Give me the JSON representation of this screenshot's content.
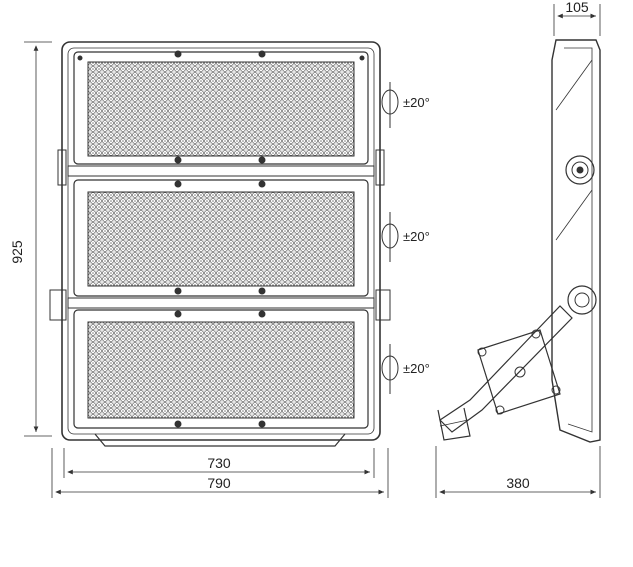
{
  "dimensions": {
    "height_label": "925",
    "inner_width_label": "730",
    "outer_width_label": "790",
    "side_depth_label": "380",
    "side_top_label": "105"
  },
  "rotation": {
    "module_1": "±20°",
    "module_2": "±20°",
    "module_3": "±20°"
  },
  "colors": {
    "line": "#333333",
    "led_fill": "#d8d8d8",
    "background": "#ffffff"
  }
}
